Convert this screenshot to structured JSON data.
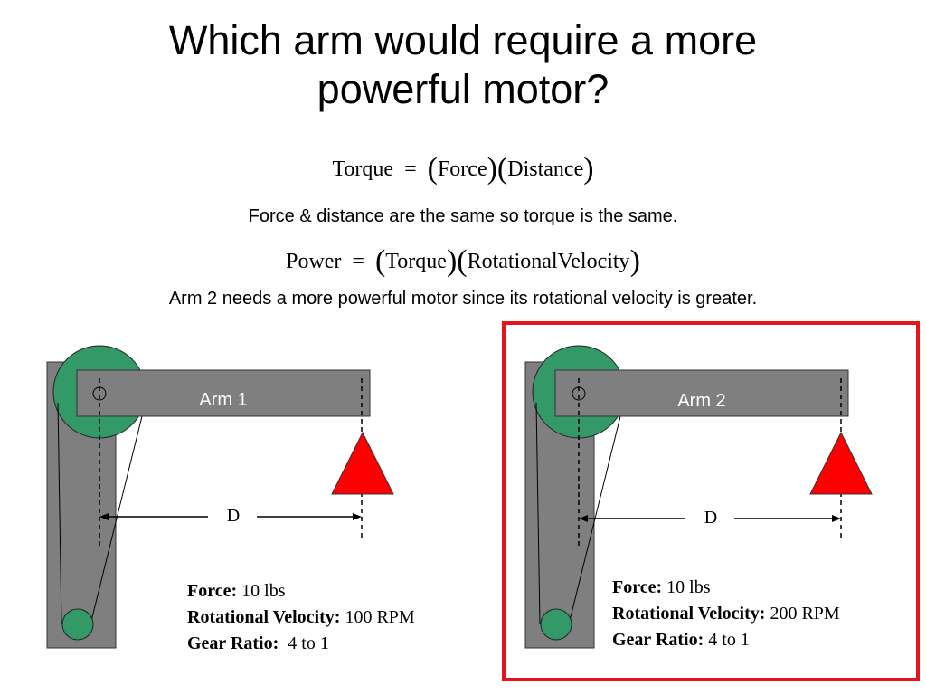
{
  "title": {
    "line1": "Which arm would require a more",
    "line2": "powerful motor?"
  },
  "equations": {
    "torque": {
      "lhs": "Torque",
      "op": "=",
      "factor1": "Force",
      "factor2": "Distance"
    },
    "power": {
      "lhs": "Power",
      "op": "=",
      "factor1": "Torque",
      "factor2": "RotationalVelocity"
    }
  },
  "notes": {
    "torque_note": "Force & distance are the same so torque is the same.",
    "power_note": "Arm 2 needs a more powerful motor since its rotational velocity is greater."
  },
  "arms": [
    {
      "label": "Arm 1",
      "distance_label": "D",
      "force_label": "Force:",
      "force_value": "10 lbs",
      "velocity_label": "Rotational Velocity:",
      "velocity_value": "100 RPM",
      "gear_label": "Gear Ratio:",
      "gear_value": "4 to 1",
      "highlighted": false
    },
    {
      "label": "Arm 2",
      "distance_label": "D",
      "force_label": "Force:",
      "force_value": "10 lbs",
      "velocity_label": "Rotational Velocity:",
      "velocity_value": "200 RPM",
      "gear_label": "Gear Ratio:",
      "gear_value": "4 to 1",
      "highlighted": true
    }
  ],
  "colors": {
    "arm_gray": "#7f7f7f",
    "gear_green": "#339966",
    "weight_red": "#ff0000",
    "highlight_red": "#e8141b"
  }
}
